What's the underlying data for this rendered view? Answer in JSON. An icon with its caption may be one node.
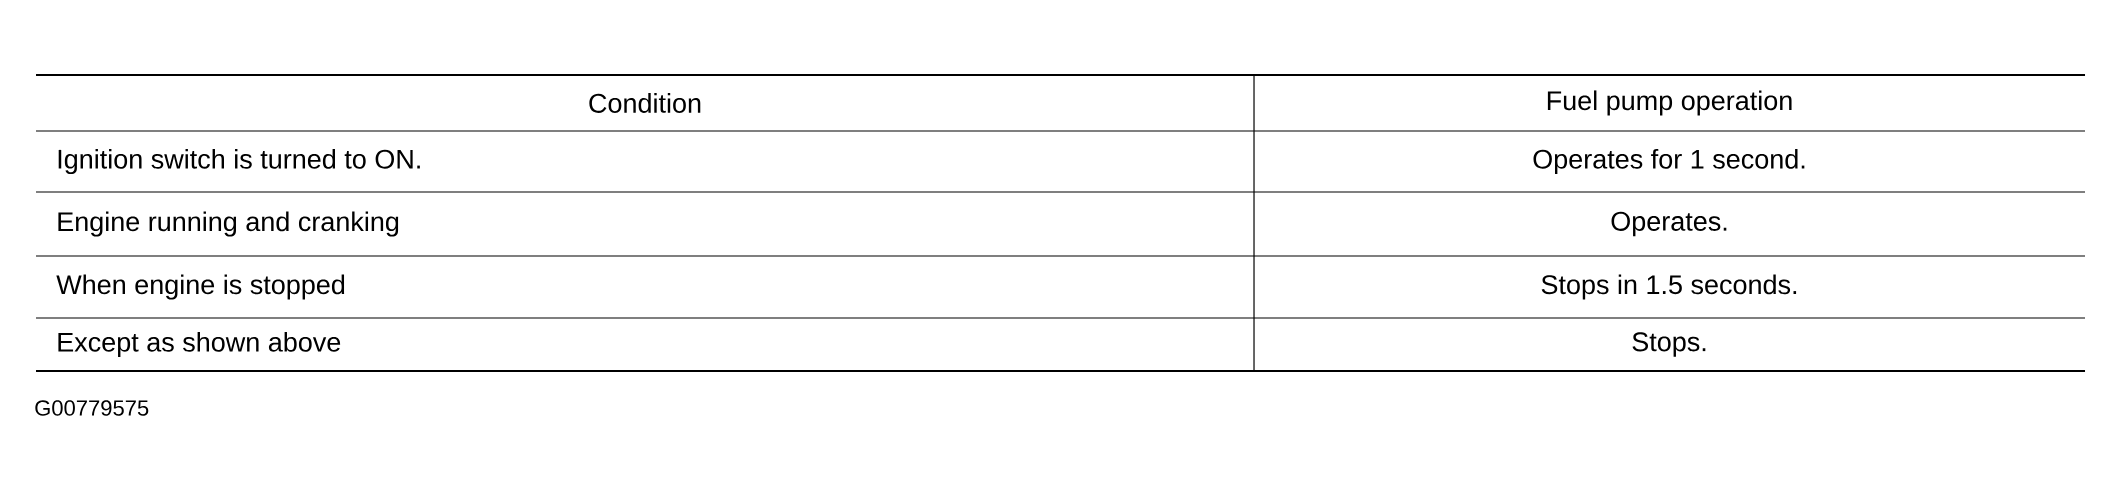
{
  "diagram": {
    "labels": [
      "Condition",
      "Fuel pump operation",
      "Ignition switch is turned to ON.",
      "Operates for 1 second.",
      "Engine running and cranking",
      "Operates.",
      "When engine is stopped",
      "Stops in 1.5 seconds.",
      "Except as shown above",
      "Stops.",
      "G00779575"
    ]
  }
}
